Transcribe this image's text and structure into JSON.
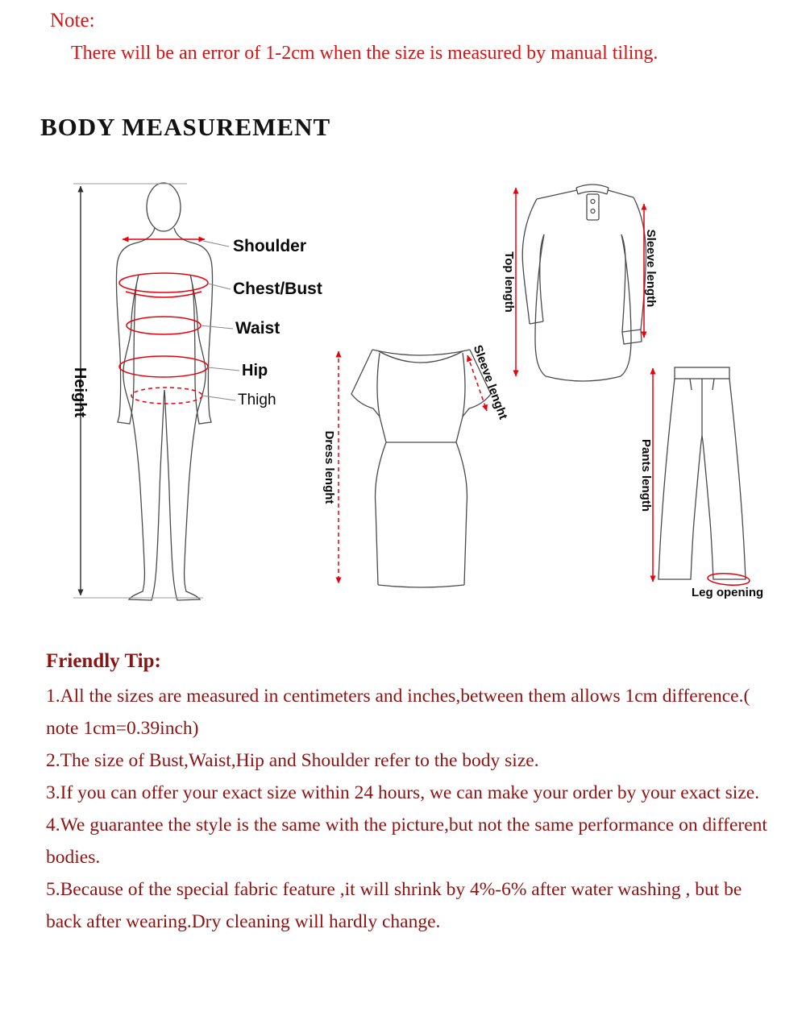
{
  "colors": {
    "note_red": "#d01616",
    "tip_red": "#8e1212",
    "arrow_red": "#e8000d",
    "outline_gray": "#4a4a4a"
  },
  "note": {
    "label": "Note:",
    "text": "There will be an error of 1-2cm when the size is measured by manual tiling."
  },
  "heading": "BODY MEASUREMENT",
  "diagram": {
    "body": {
      "height": "Height",
      "shoulder": "Shoulder",
      "chest": "Chest/Bust",
      "waist": "Waist",
      "hip": "Hip",
      "thigh": "Thigh"
    },
    "dress": {
      "length": "Dress lenght",
      "sleeve": "Sleeve lenght"
    },
    "top": {
      "length": "Top length",
      "sleeve": "Sleeve length"
    },
    "pants": {
      "length": "Pants length",
      "leg_opening": "Leg opening"
    }
  },
  "tips": {
    "title": "Friendly Tip:",
    "items": [
      "1.All the sizes are measured in centimeters and inches,between them allows 1cm difference.( note 1cm=0.39inch)",
      "2.The size of Bust,Waist,Hip and Shoulder refer to the body size.",
      "3.If you can offer your exact size within 24 hours, we can make your order by your exact size.",
      "4.We guarantee the style is the same with the picture,but not the same performance on different bodies.",
      "5.Because of the special fabric feature ,it will shrink by 4%-6% after water washing , but be back after wearing.Dry cleaning will hardly change."
    ]
  }
}
